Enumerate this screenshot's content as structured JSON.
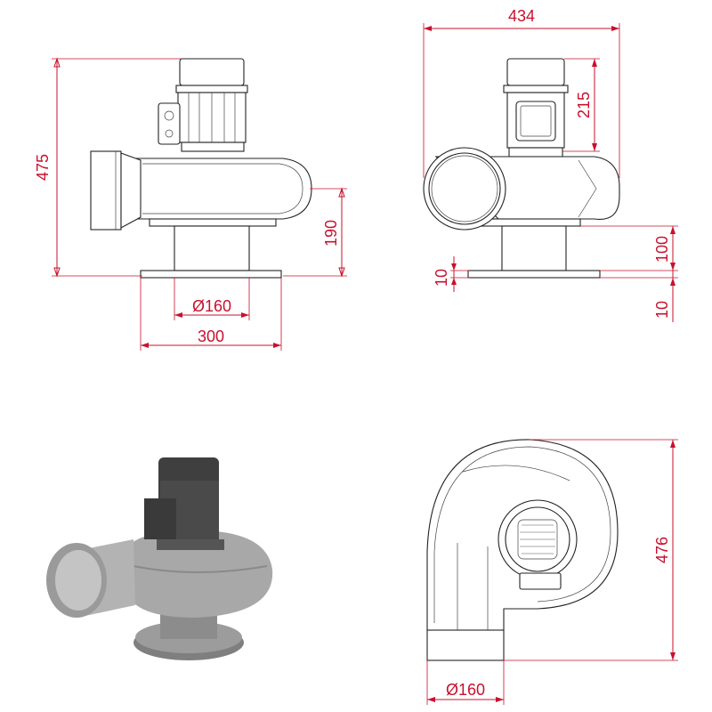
{
  "colors": {
    "dimension": "#c8102e",
    "outline": "#222222",
    "render_body": "#9a9a9a",
    "render_motor": "#3a3a3a"
  },
  "dimensions": {
    "front_total_height": "475",
    "front_base_height": "190",
    "front_inlet_diameter": "Ø160",
    "front_base_width": "300",
    "side_total_width": "434",
    "side_motor_height": "215",
    "side_base_height": "100",
    "side_flange_thickness_left": "10",
    "side_flange_thickness_right": "10",
    "top_total_height": "476",
    "top_outlet_diameter": "Ø160"
  },
  "views": [
    {
      "id": "front-view"
    },
    {
      "id": "side-view"
    },
    {
      "id": "isometric-render"
    },
    {
      "id": "top-view"
    }
  ]
}
